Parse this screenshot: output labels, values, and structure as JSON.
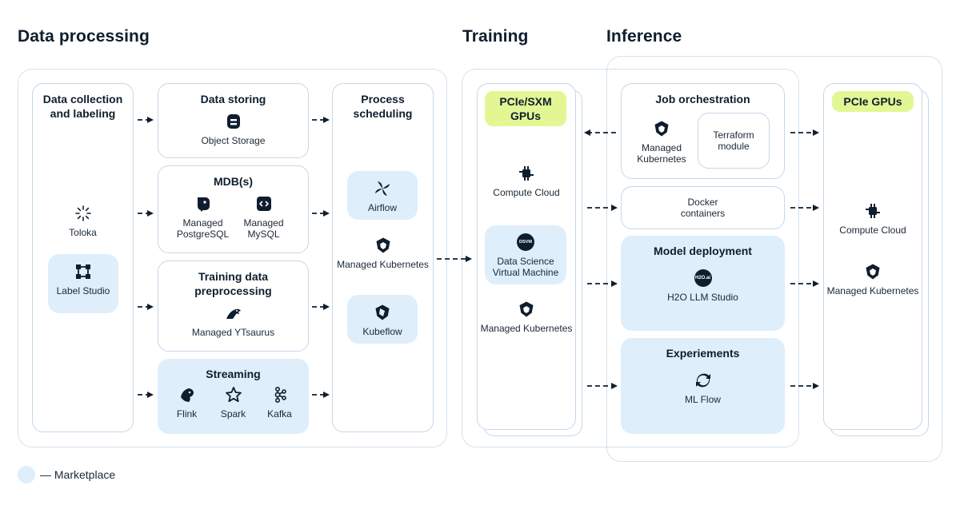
{
  "sections": {
    "data_processing": "Data processing",
    "training": "Training",
    "inference": "Inference"
  },
  "data_collection": {
    "title": "Data collection and labeling",
    "toloka": "Toloka",
    "label_studio": "Label Studio"
  },
  "data_storing": {
    "title": "Data storing",
    "object_storage": "Object Storage"
  },
  "mdb": {
    "title": "MDB(s)",
    "postgres": "Managed PostgreSQL",
    "mysql": "Managed MySQL"
  },
  "preprocessing": {
    "title": "Training data preprocessing",
    "ytsaurus": "Managed YTsaurus"
  },
  "streaming": {
    "title": "Streaming",
    "flink": "Flink",
    "spark": "Spark",
    "kafka": "Kafka"
  },
  "scheduling": {
    "title": "Process scheduling",
    "airflow": "Airflow",
    "kubernetes": "Managed Kubernetes",
    "kubeflow": "Kubeflow"
  },
  "training": {
    "title": "PCIe/SXM GPUs",
    "compute": "Compute Cloud",
    "dsvm_badge": "DSVM",
    "dsvm": "Data Science Virtual Machine",
    "kubernetes": "Managed Kubernetes"
  },
  "job_orchestration": {
    "title": "Job orchestration",
    "kubernetes": "Managed Kubernetes",
    "terraform": "Terraform module"
  },
  "docker": {
    "label": "Docker containers"
  },
  "model_deployment": {
    "title": "Model deployment",
    "badge": "H2O.ai",
    "h2o": "H2O LLM Studio"
  },
  "experiments": {
    "title": "Experiements",
    "mlflow": "ML Flow"
  },
  "inference_gpus": {
    "title": "PCIe GPUs",
    "compute": "Compute Cloud",
    "kubernetes": "Managed Kubernetes"
  },
  "legend": {
    "label": "— Marketplace"
  },
  "colors": {
    "marketplace": "#deeefb",
    "highlight": "#e2f794",
    "border": "#c5d7e8",
    "dotted": "#a9c4dd",
    "ink": "#0f1e2e"
  }
}
